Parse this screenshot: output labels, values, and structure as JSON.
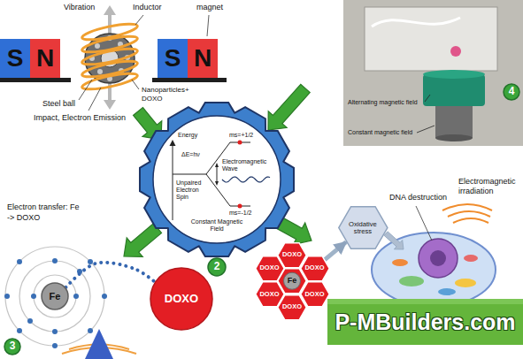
{
  "diagram": {
    "nodes": [
      {
        "text": [
          "S"
        ]
      },
      {
        "text": [
          "N"
        ]
      },
      {
        "text": [
          "S"
        ]
      },
      {
        "text": [
          "N"
        ]
      },
      {
        "text": [
          "4"
        ]
      },
      {
        "text": [
          "Energy",
          "ΔE=hν",
          "ms=+1/2",
          "Electromagnetic Wave",
          "Unpaired Electron Spin",
          "ms=-1/2",
          "Constant Magnetic Field"
        ]
      },
      {
        "text": [
          "2"
        ]
      },
      {
        "text": [
          "Fe"
        ]
      },
      {
        "text": [
          "DOXO"
        ]
      },
      {
        "text": [
          "Oxidative stress"
        ]
      },
      {
        "text": [
          "Fe"
        ]
      },
      {
        "text": [
          "DOXO"
        ]
      },
      {
        "text": [
          "DOXO"
        ]
      },
      {
        "text": [
          "DOXO"
        ]
      },
      {
        "text": [
          "DOXO"
        ]
      },
      {
        "text": [
          "DOXO"
        ]
      },
      {
        "text": [
          "DOXO"
        ]
      },
      {
        "text": [
          "3"
        ]
      }
    ],
    "edges": [
      {
        "from": 7,
        "to": 8,
        "arrow": "none"
      },
      {
        "from": 12,
        "to": 9,
        "arrow": "to"
      }
    ],
    "labels": [
      "Vibration",
      "Inductor",
      "magnet",
      "Steel ball",
      "Nanoparticles+ DOXO",
      "Impact, Electron Emission",
      "Alternating magnetic field",
      "Constant magnetic field",
      "Electron transfer: Fe -> DOXO",
      "Electromagnetic irradiation",
      "DNA destruction",
      "P-MBuilders.com"
    ]
  }
}
